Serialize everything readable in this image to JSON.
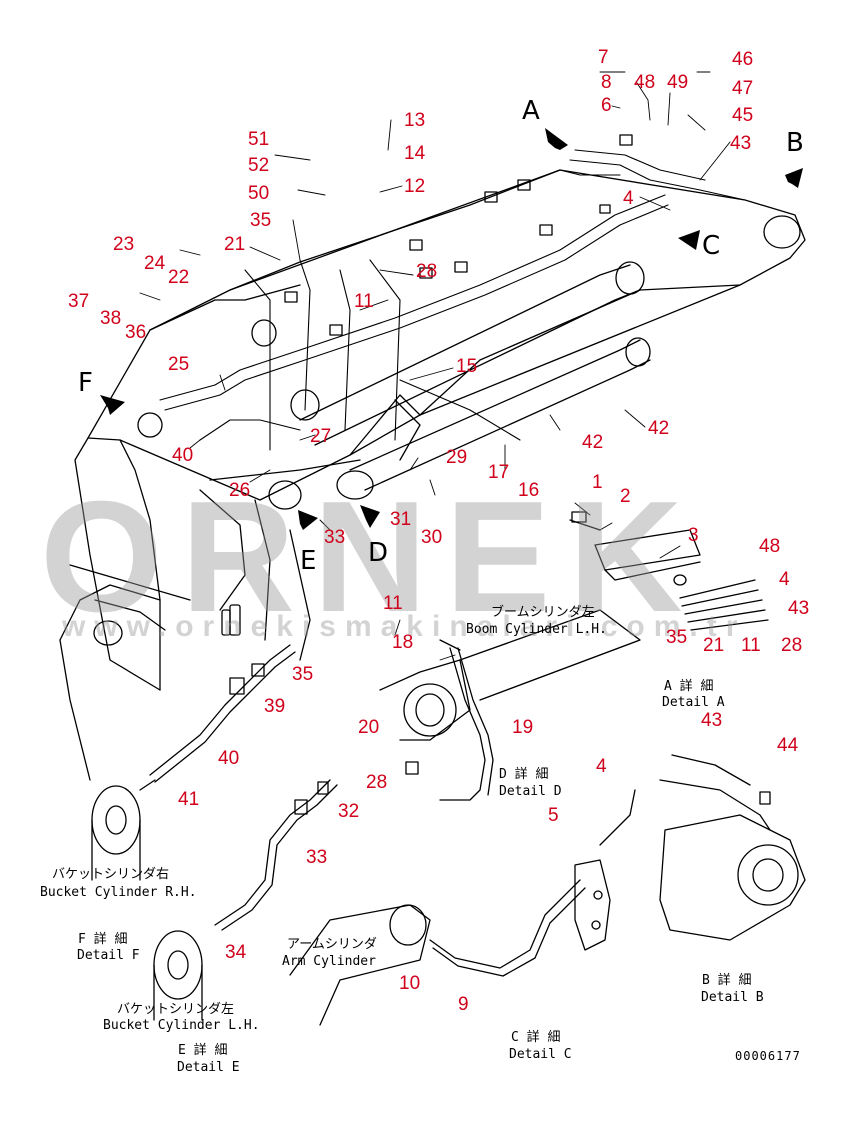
{
  "watermark": {
    "logo": "ORNEK",
    "url": "www.ornekismakinalari.com.tr"
  },
  "drawing_number": "00006177",
  "view_letters": {
    "a": "A",
    "b": "B",
    "c": "C",
    "d": "D",
    "e": "E",
    "f": "F"
  },
  "callouts": {
    "n1": "1",
    "n2": "2",
    "n3": "3",
    "n4_top": "4",
    "n4_mid": "4",
    "n4_c": "4",
    "n5": "5",
    "n6": "6",
    "n7": "7",
    "n8": "8",
    "n9": "9",
    "n10": "10",
    "n11_top": "11",
    "n11_mid": "11",
    "n11_d": "11",
    "n12": "12",
    "n13": "13",
    "n14": "14",
    "n15": "15",
    "n16": "16",
    "n17": "17",
    "n18": "18",
    "n19": "19",
    "n20": "20",
    "n21_top": "21",
    "n21_mid": "21",
    "n22": "22",
    "n23": "23",
    "n24": "24",
    "n25": "25",
    "n26": "26",
    "n27": "27",
    "n28_top": "28",
    "n28_mid": "28",
    "n28_e": "28",
    "n29": "29",
    "n30": "30",
    "n31": "31",
    "n32": "32",
    "n33_top": "33",
    "n33_e": "33",
    "n34": "34",
    "n35_top": "35",
    "n35_mid": "35",
    "n35_f": "35",
    "n36": "36",
    "n37": "37",
    "n38": "38",
    "n39": "39",
    "n40_top": "40",
    "n40_f": "40",
    "n41": "41",
    "n42_a": "42",
    "n42_b": "42",
    "n43_top": "43",
    "n43_mid": "43",
    "n43_a": "43",
    "n44": "44",
    "n45": "45",
    "n46": "46",
    "n47": "47",
    "n48_top": "48",
    "n48_mid": "48",
    "n49": "49",
    "n50": "50",
    "n51": "51",
    "n52": "52"
  },
  "labels": {
    "boom_cyl_lh_jp": "ブームシリンダ左",
    "boom_cyl_lh_en": "Boom Cylinder L.H.",
    "detail_a_jp": "A 詳 細",
    "detail_a_en": "Detail A",
    "detail_d_jp": "D 詳 細",
    "detail_d_en": "Detail D",
    "bucket_cyl_rh_jp": "バケットシリンダ右",
    "bucket_cyl_rh_en": "Bucket Cylinder R.H.",
    "detail_f_jp": "F 詳 細",
    "detail_f_en": "Detail F",
    "arm_cyl_jp": "アームシリンダ",
    "arm_cyl_en": "Arm Cylinder",
    "detail_b_jp": "B 詳 細",
    "detail_b_en": "Detail B",
    "bucket_cyl_lh_jp": "バケットシリンダ左",
    "bucket_cyl_lh_en": "Bucket Cylinder L.H.",
    "detail_c_jp": "C 詳 細",
    "detail_c_en": "Detail C",
    "detail_e_jp": "E 詳 細",
    "detail_e_en": "Detail E"
  }
}
